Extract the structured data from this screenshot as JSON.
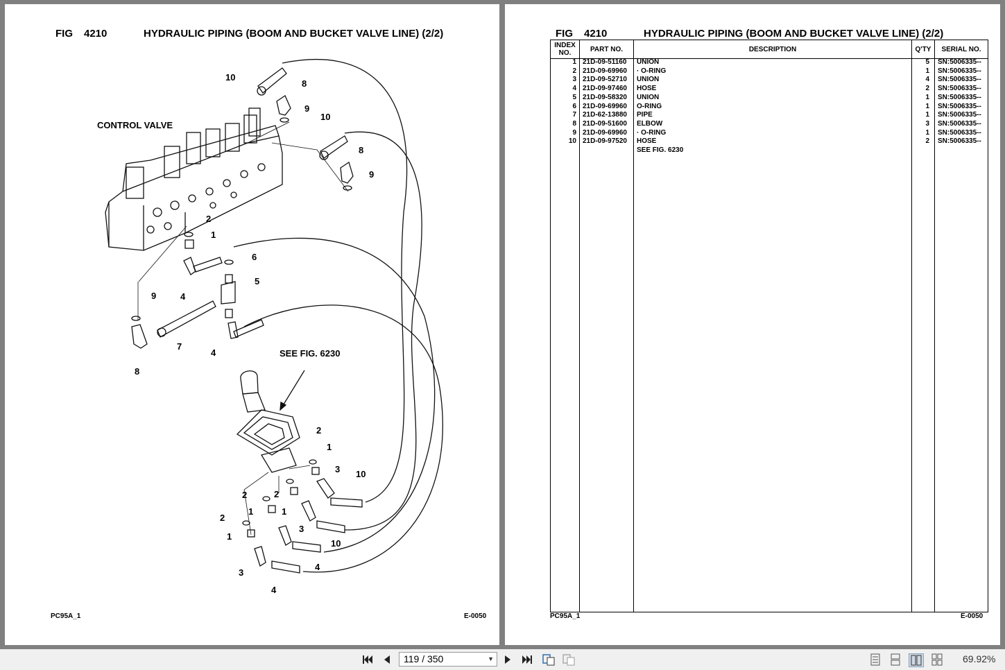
{
  "left_page": {
    "fig_label": "FIG",
    "fig_number": "4210",
    "title": "HYDRAULIC PIPING (BOOM AND BUCKET VALVE LINE) (2/2)",
    "control_valve_label": "CONTROL VALVE",
    "see_fig_label": "SEE FIG. 6230",
    "callouts": [
      "10",
      "8",
      "9",
      "10",
      "8",
      "9",
      "2",
      "1",
      "6",
      "5",
      "4",
      "9",
      "7",
      "4",
      "8",
      "2",
      "1",
      "3",
      "10",
      "2",
      "2",
      "1",
      "1",
      "3",
      "10",
      "2",
      "1",
      "3",
      "4",
      "4"
    ],
    "footer_left": "PC95A_1",
    "footer_right": "E-0050"
  },
  "right_page": {
    "fig_label": "FIG",
    "fig_number": "4210",
    "title": "HYDRAULIC PIPING (BOOM AND BUCKET VALVE LINE) (2/2)",
    "columns": {
      "index": "INDEX NO.",
      "part": "PART NO.",
      "description": "DESCRIPTION",
      "qty": "Q'TY",
      "serial": "SERIAL NO."
    },
    "rows": [
      {
        "index": "1",
        "part": "21D-09-51160",
        "desc": "UNION",
        "qty": "5",
        "serial": "SN:5006335--"
      },
      {
        "index": "2",
        "part": "21D-09-69960",
        "desc": "·  O-RING",
        "qty": "1",
        "serial": "SN:5006335--"
      },
      {
        "index": "3",
        "part": "21D-09-52710",
        "desc": "UNION",
        "qty": "4",
        "serial": "SN:5006335--"
      },
      {
        "index": "4",
        "part": "21D-09-97460",
        "desc": "HOSE",
        "qty": "2",
        "serial": "SN:5006335--"
      },
      {
        "index": "5",
        "part": "21D-09-58320",
        "desc": "UNION",
        "qty": "1",
        "serial": "SN:5006335--"
      },
      {
        "index": "6",
        "part": "21D-09-69960",
        "desc": "O-RING",
        "qty": "1",
        "serial": "SN:5006335--"
      },
      {
        "index": "7",
        "part": "21D-62-13880",
        "desc": "PIPE",
        "qty": "1",
        "serial": "SN:5006335--"
      },
      {
        "index": "8",
        "part": "21D-09-51600",
        "desc": "ELBOW",
        "qty": "3",
        "serial": "SN:5006335--"
      },
      {
        "index": "9",
        "part": "21D-09-69960",
        "desc": "·  O-RING",
        "qty": "1",
        "serial": "SN:5006335--"
      },
      {
        "index": "10",
        "part": "21D-09-97520",
        "desc": "HOSE",
        "qty": "2",
        "serial": "SN:5006335--"
      },
      {
        "index": "",
        "part": "",
        "desc": "SEE FIG. 6230",
        "qty": "",
        "serial": ""
      }
    ],
    "footer_left": "PC95A_1",
    "footer_right": "E-0050"
  },
  "toolbar": {
    "page_indicator": "119 / 350",
    "zoom": "69.92%",
    "icons": [
      "first-page-icon",
      "prev-page-icon",
      "next-page-icon",
      "last-page-icon",
      "go-back-view-icon",
      "go-forward-view-icon",
      "single-page-view-icon",
      "continuous-view-icon",
      "two-page-view-icon",
      "two-page-continuous-view-icon"
    ]
  }
}
